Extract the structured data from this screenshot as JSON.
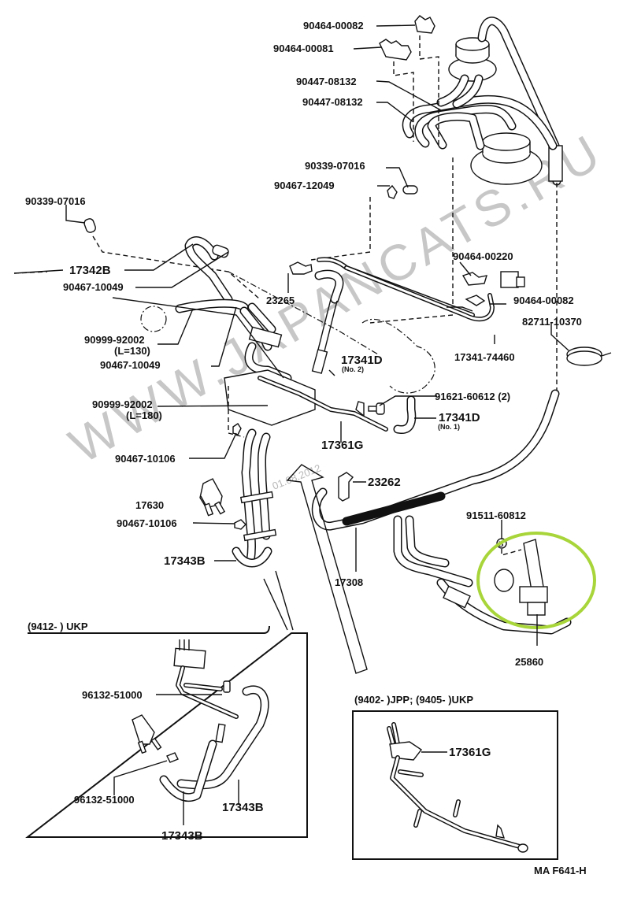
{
  "diagram": {
    "type": "exploded parts diagram",
    "figure_code": "MA F641-H",
    "highlight_color": "#a8d53a",
    "highlighted_part": "25860",
    "watermark": {
      "text": "WWW.JAPANCATS.RU",
      "date": "01.08.2012"
    },
    "main_labels": {
      "p_90464_00082_top": "90464-00082",
      "p_90464_00081": "90464-00081",
      "p_90447_08132_a": "90447-08132",
      "p_90447_08132_b": "90447-08132",
      "p_90339_07016_right": "90339-07016",
      "p_90467_12049": "90467-12049",
      "p_90339_07016_left": "90339-07016",
      "p_17342B": "17342B",
      "p_90467_10049_a": "90467-10049",
      "p_23265": "23265",
      "p_90464_00220": "90464-00220",
      "p_90464_00082_right": "90464-00082",
      "p_82711_10370": "82711-10370",
      "p_90999_92002_a": "90999-92002",
      "p_L130": "(L=130)",
      "p_90467_10049_b": "90467-10049",
      "p_17341D_no2": "17341D",
      "p_no2": "(No. 2)",
      "p_17341_74460": "17341-74460",
      "p_90999_92002_b": "90999-92002",
      "p_L180": "(L=180)",
      "p_91621_60612": "91621-60612 (2)",
      "p_17341D_no1": "17341D",
      "p_no1": "(No. 1)",
      "p_17361G": "17361G",
      "p_90467_10106_a": "90467-10106",
      "p_23262": "23262",
      "p_17630": "17630",
      "p_90467_10106_b": "90467-10106",
      "p_91511_60812": "91511-60812",
      "p_bolt_mark": "B",
      "p_17343B": "17343B",
      "p_17308": "17308",
      "p_25860": "25860"
    },
    "inset_left": {
      "title": "(9412-        ) UKP",
      "labels": {
        "p_96132_51000_a": "96132-51000",
        "p_96132_51000_b": "96132-51000",
        "p_17343B_a": "17343B",
        "p_17343B_b": "17343B"
      }
    },
    "inset_right": {
      "title": "(9402-          )JPP; (9405-          )UKP",
      "labels": {
        "p_17361G": "17361G"
      }
    }
  }
}
